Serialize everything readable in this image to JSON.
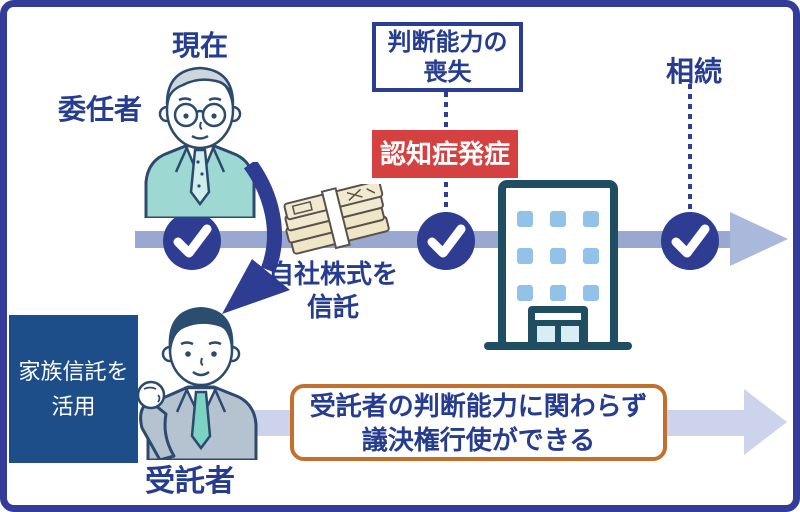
{
  "diagram": {
    "now_label": "現在",
    "trustor_label": "委任者",
    "loss_box": {
      "line1": "判断能力の",
      "line2": "喪失"
    },
    "dementia_badge": "認知症発症",
    "inheritance_label": "相続",
    "trust_shares": {
      "line1": "自社株式を",
      "line2": "信託"
    },
    "family_trust_box": {
      "line1": "家族信託を",
      "line2": "活用"
    },
    "trustee_label": "受託者",
    "benefit_box": {
      "line1": "受託者の判断能力に関わらず",
      "line2": "議決権行使ができる"
    }
  },
  "icons": {
    "checkpoint": "check-circle",
    "money": "banknote-bundle",
    "building": "office-building",
    "curved_arrow": "curved-down-arrow",
    "timeline": "right-arrow-timeline"
  },
  "colors": {
    "frame": "#333d99",
    "navy_text": "#263c8f",
    "check_circle": "#2e3d92",
    "red_badge": "#d54141",
    "orange_border": "#c3702f",
    "family_trust_bg": "#1d4e8a",
    "timeline_top": "#98a8d1",
    "timeline_bottom": "#ccd3ea",
    "suit_teal": "#9ed8d2",
    "suit_gray": "#b5c2d0",
    "building_outline": "#1f4e63",
    "window_blue": "#92c2e8"
  }
}
